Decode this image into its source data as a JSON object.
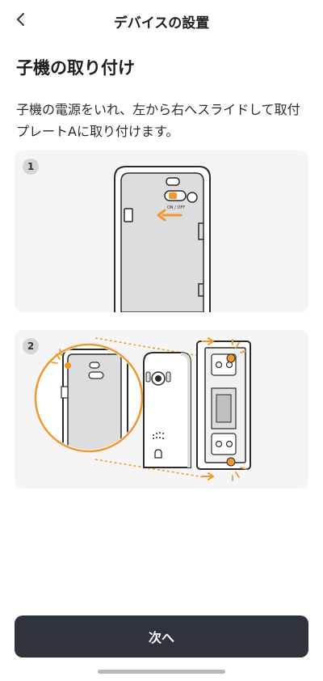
{
  "header": {
    "title": "デバイスの設置"
  },
  "page": {
    "title": "子機の取り付け",
    "description": "子機の電源をいれ、左から右へスライドして取付プレートAに取り付けます。"
  },
  "steps": [
    {
      "number": "1",
      "switch_label": "ON / OFF"
    },
    {
      "number": "2"
    }
  ],
  "footer": {
    "next_label": "次へ"
  },
  "colors": {
    "accent": "#f0982f",
    "button": "#2f333b",
    "card_bg": "#f5f5f5"
  }
}
